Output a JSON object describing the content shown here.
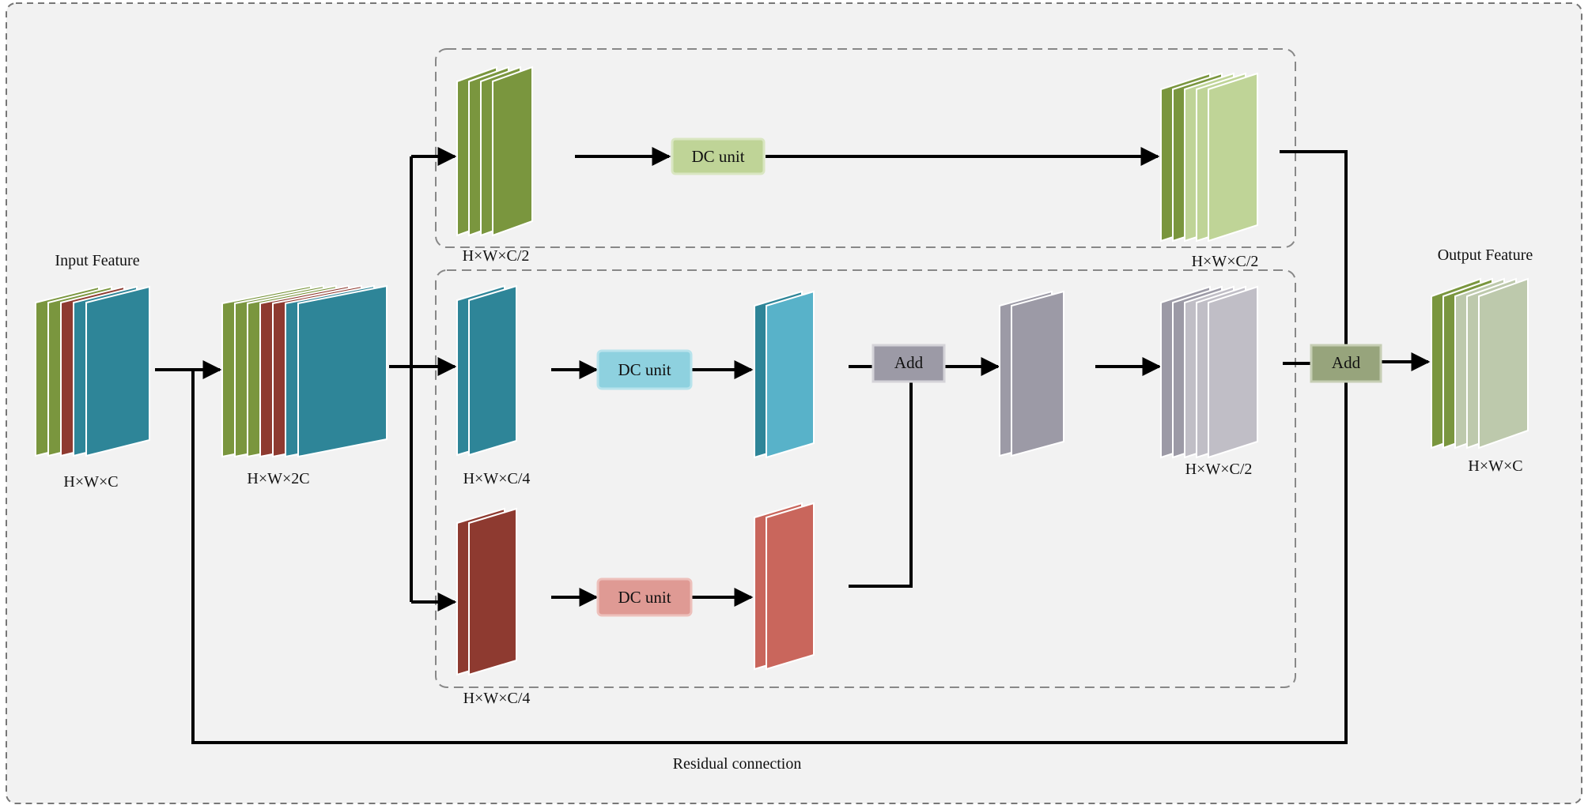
{
  "labels": {
    "input_title": "Input Feature",
    "output_title": "Output Feature",
    "residual": "Residual connection"
  },
  "dims": {
    "input": "H×W×C",
    "concat": "H×W×2C",
    "top_in": "H×W×C/2",
    "top_out": "H×W×C/2",
    "mid_in": "H×W×C/4",
    "mid_out": "H×W×C/2",
    "bottom_in": "H×W×C/4",
    "output": "H×W×C"
  },
  "units": {
    "top": "DC unit",
    "mid": "DC unit",
    "bottom": "DC unit"
  },
  "adds": {
    "inner": "Add",
    "outer": "Add"
  },
  "colors": {
    "olive_green": "#7a963e",
    "light_green": "#bfd497",
    "teal": "#2e8598",
    "light_blue": "#58b2c9",
    "brick_red": "#8e3a30",
    "salmon": "#c9665c",
    "gray": "#9c9aa6",
    "light_gray": "#c0bec6",
    "sage": "#bdc9ac"
  }
}
